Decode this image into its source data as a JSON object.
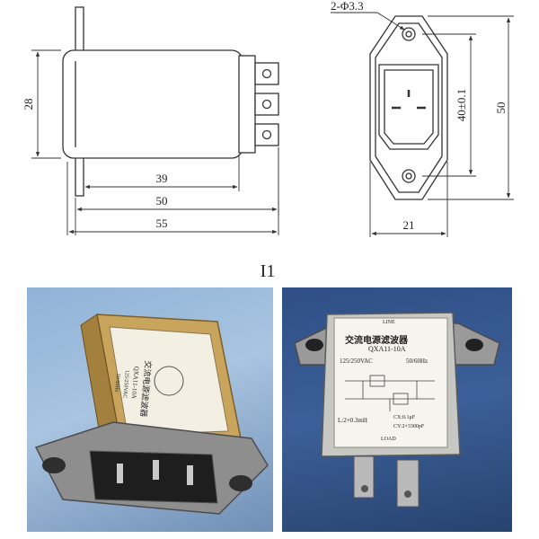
{
  "drawing": {
    "side_view": {
      "dim_height": "28",
      "dim_39": "39",
      "dim_50": "50",
      "dim_55": "55"
    },
    "front_view": {
      "hole_callout": "2-Φ3.3",
      "dim_spacing": "40±0.1",
      "dim_total_height": "50",
      "dim_width": "21"
    },
    "figure_label": "I1"
  },
  "photo_left": {
    "title_cn": "交流电源滤波器",
    "model": "QXA11-10A",
    "rating": "125/250VAC",
    "freq": "50/60Hz"
  },
  "photo_right": {
    "line_label": "LINE",
    "title_cn": "交流电源滤波器",
    "model": "QXA11-10A",
    "rating": "125/250VAC",
    "freq": "50/60Hz",
    "inductance": "L:2×0.3mH",
    "cx": "CX:0.1μF",
    "cy": "CY:2×3300pF",
    "load_label": "LOAD"
  },
  "colors": {
    "line": "#333333",
    "photo_left_bg": "#9ab9db",
    "photo_right_bg": "#35558c"
  }
}
